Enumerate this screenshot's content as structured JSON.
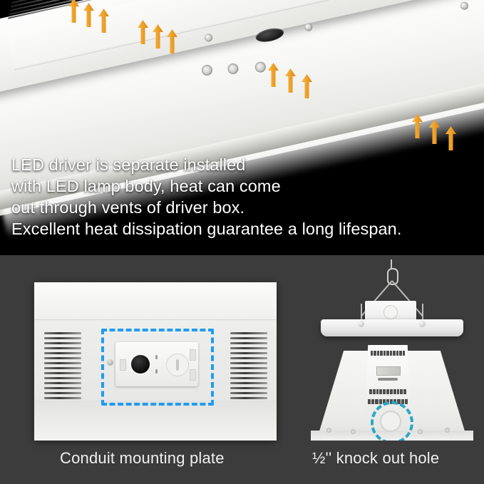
{
  "top_section": {
    "background_color": "#000000",
    "description_lines": [
      "LED driver is separate installed",
      "with LED lamp body, heat can come",
      "out through vents of driver box.",
      "Excellent heat dissipation guarantee a long lifespan."
    ],
    "heat_arrow_color": "#f0a32a",
    "heat_arrow_count": 12,
    "product": "LED linear high bay light fixture",
    "vent_group_count": 4
  },
  "bottom_section": {
    "background_color": "#3c3c3c",
    "left_photo": {
      "caption": "Conduit mounting plate",
      "highlight_color": "#1f9cf0",
      "highlight_shape": "dashed-rectangle",
      "vent_slot_count": 14
    },
    "right_photo": {
      "caption": "½'' knock out hole",
      "highlight_color": "#2aa7c4",
      "highlight_shape": "dashed-circle",
      "views": [
        "side view with hanging hook",
        "bottom perspective view with driver box"
      ]
    }
  }
}
